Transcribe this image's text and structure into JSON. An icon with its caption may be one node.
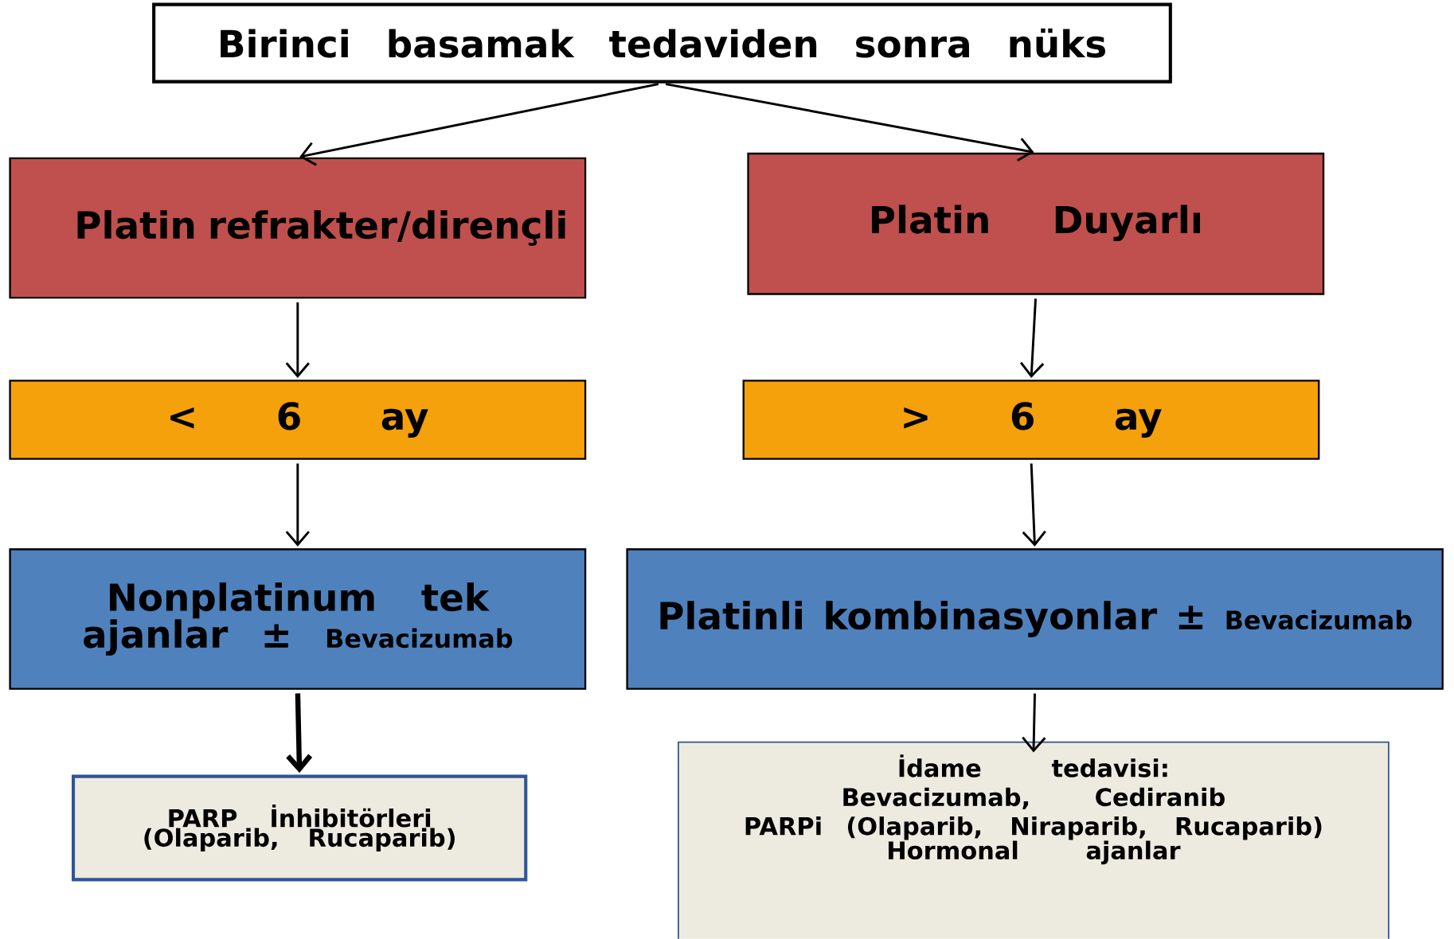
{
  "diagram": {
    "nodes": [
      {
        "text": [
          "Birinci basamak tedaviden sonra nüks"
        ]
      },
      {
        "text": [
          "Platin refrakter/dirençli"
        ]
      },
      {
        "text": [
          "Platin Duyarlı"
        ]
      },
      {
        "text": [
          "< 6 ay"
        ]
      },
      {
        "text": [
          "> 6 ay"
        ]
      },
      {
        "text": [
          "Nonplatinum tek ajanlar ±",
          "Bevacizumab"
        ]
      },
      {
        "text": [
          "Platinli kombinasyonlar ±",
          "Bevacizumab"
        ]
      },
      {
        "text": [
          "PARP İnhibitörleri (Olaparib, Rucaparib)"
        ]
      },
      {
        "text": [
          "İdame tedavisi:",
          "Bevacizumab, Cediranib",
          "PARPi (Olaparib, Niraparib, Rucaparib)",
          "Hormonal ajanlar"
        ]
      }
    ],
    "edges": [
      {
        "from": 0,
        "to": 1,
        "arrow": "to"
      },
      {
        "from": 0,
        "to": 2,
        "arrow": "to"
      },
      {
        "from": 1,
        "to": 3,
        "arrow": "to"
      },
      {
        "from": 3,
        "to": 5,
        "arrow": "to"
      },
      {
        "from": 2,
        "to": 4,
        "arrow": "to"
      },
      {
        "from": 4,
        "to": 6,
        "arrow": "to"
      },
      {
        "from": 5,
        "to": 7,
        "arrow": "to",
        "style": "thick"
      },
      {
        "from": 6,
        "to": 8,
        "arrow": "to"
      }
    ]
  }
}
